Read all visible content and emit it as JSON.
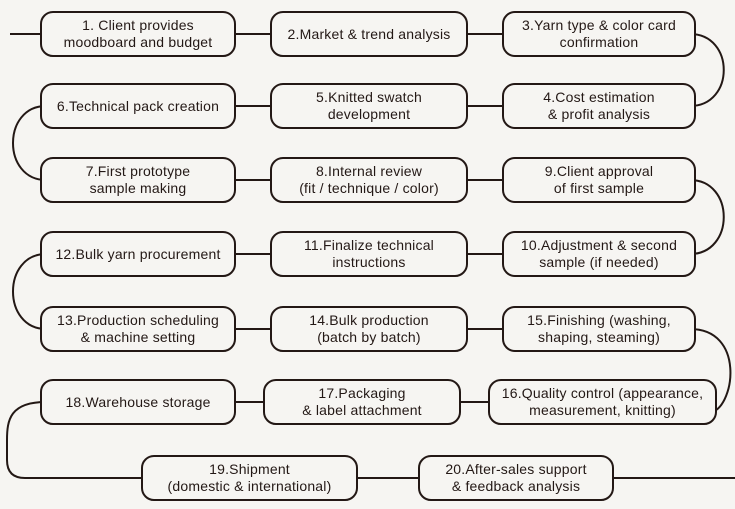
{
  "steps": [
    {
      "label": "1. Client provides\nmoodboard  and  budget"
    },
    {
      "label": "2.Market & trend analysis"
    },
    {
      "label": "3.Yarn type & color card\nconfirmation"
    },
    {
      "label": "4.Cost estimation\n& profit analysis"
    },
    {
      "label": "5.Knitted swatch\ndevelopment"
    },
    {
      "label": "6.Technical pack creation"
    },
    {
      "label": "7.First prototype\nsample making"
    },
    {
      "label": "8.Internal review\n(fit / technique / color)"
    },
    {
      "label": "9.Client approval\nof first sample"
    },
    {
      "label": "10.Adjustment & second\nsample (if needed)"
    },
    {
      "label": "11.Finalize technical\ninstructions"
    },
    {
      "label": "12.Bulk yarn procurement"
    },
    {
      "label": "13.Production scheduling\n& machine setting"
    },
    {
      "label": "14.Bulk production\n(batch by batch)"
    },
    {
      "label": "15.Finishing (washing,\nshaping, steaming)"
    },
    {
      "label": "16.Quality control (appearance,\nmeasurement, knitting)"
    },
    {
      "label": "17.Packaging\n& label attachment"
    },
    {
      "label": "18.Warehouse storage"
    },
    {
      "label": "19.Shipment\n(domestic & international)"
    },
    {
      "label": "20.After-sales support\n& feedback analysis"
    }
  ],
  "colors": {
    "line": "#231815",
    "background": "#f6f5f2"
  }
}
